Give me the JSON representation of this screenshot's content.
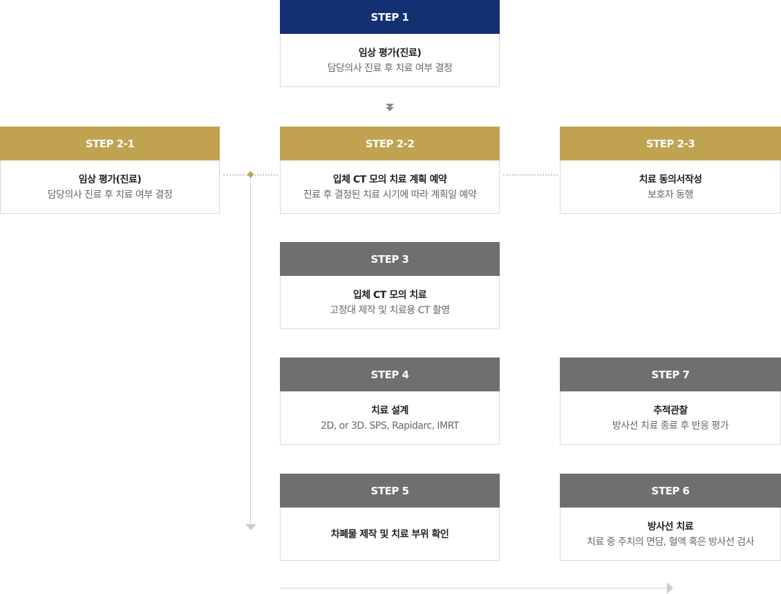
{
  "steps": {
    "s1": {
      "label": "STEP 1",
      "title": "임상 평가(진료)",
      "desc": "담당의사 진료 후 치료 여부 결정"
    },
    "s21": {
      "label": "STEP 2-1",
      "title": "임상 평가(진료)",
      "desc": "담당의사 진료 후 치료 여부 결정"
    },
    "s22": {
      "label": "STEP 2-2",
      "title": "입체 CT 모의 치료 계획 예약",
      "desc": "진료 후 결정된 치료 시기에 따라 계획일 예약"
    },
    "s23": {
      "label": "STEP 2-3",
      "title": "치료 동의서작성",
      "desc": "보호자 동행"
    },
    "s3": {
      "label": "STEP 3",
      "title": "입체 CT 모의 치료",
      "desc": "고정대 제작 및 치료용 CT 촬영"
    },
    "s4": {
      "label": "STEP 4",
      "title": "치료 설계",
      "desc": "2D, or 3D. SPS, Rapidarc, IMRT"
    },
    "s5": {
      "label": "STEP 5",
      "title": "차폐물 제작 및 치료 부위 확인",
      "desc": ""
    },
    "s6": {
      "label": "STEP 6",
      "title": "방사선 치료",
      "desc": "치료 중 주치의 면담, 혈액 혹은 방사선 검사"
    },
    "s7": {
      "label": "STEP 7",
      "title": "추적관찰",
      "desc": "방사선 치료 종료 후 반응 평가"
    }
  },
  "colors": {
    "navy": "#123072",
    "gold": "#c1a250",
    "gray": "#6f6f6f"
  }
}
